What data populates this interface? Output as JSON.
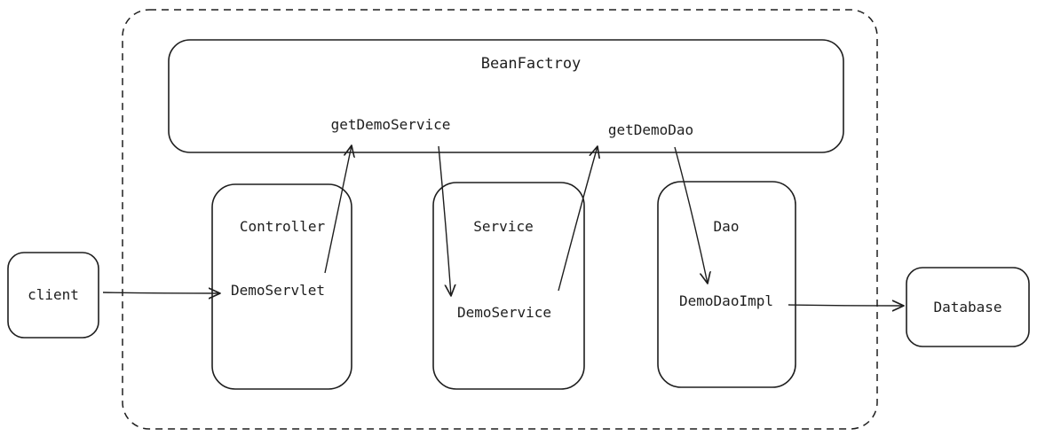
{
  "nodes": {
    "bean_factory": "BeanFactroy",
    "get_demo_service": "getDemoService",
    "get_demo_dao": "getDemoDao",
    "controller": "Controller",
    "demo_servlet": "DemoServlet",
    "service": "Service",
    "demo_service": "DemoService",
    "dao": "Dao",
    "demo_dao_impl": "DemoDaoImpl",
    "client": "client",
    "database": "Database"
  },
  "style": {
    "stroke_color": "#1e1e1e",
    "background": "#ffffff"
  }
}
